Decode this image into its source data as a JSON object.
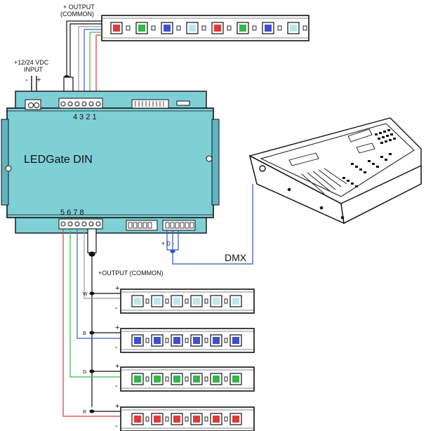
{
  "labels": {
    "output_top_line1": "+ OUTPUT",
    "output_top_line2": "(COMMON)",
    "input_line1": "+12/24 VDC",
    "input_line2": "INPUT",
    "input_minus": "-",
    "input_plus": "+",
    "terminals_top": "4 3 2 1",
    "device_name": "LEDGate DIN",
    "terminals_bottom": "5 6 7 8",
    "dmx_polarity": "+ 0 -",
    "dmx": "DMX",
    "output_bottom": "+OUTPUT (COMMON)"
  },
  "strips": [
    {
      "channel": "W",
      "plus": "+",
      "minus": "-",
      "led_color": "#bde8ea"
    },
    {
      "channel": "B",
      "plus": "+",
      "minus": "-",
      "led_color": "#3f4fd0"
    },
    {
      "channel": "G",
      "plus": "+",
      "minus": "-",
      "led_color": "#33b64a"
    },
    {
      "channel": "R",
      "plus": "+",
      "minus": "-",
      "led_color": "#e23a3a"
    }
  ],
  "top_strip_colors": [
    "#e23a3a",
    "#33b64a",
    "#3f4fd0",
    "#bde8ea",
    "#e23a3a",
    "#33b64a",
    "#3f4fd0",
    "#bde8ea"
  ],
  "colors": {
    "device": "#7fcfd6",
    "device_dark": "#5fb5bf",
    "wire_red": "#e0392f",
    "wire_green": "#3cb44a",
    "wire_blue": "#3f5fc8",
    "wire_white": "#9a9a9a",
    "wire_dmx": "#2b55b8"
  }
}
